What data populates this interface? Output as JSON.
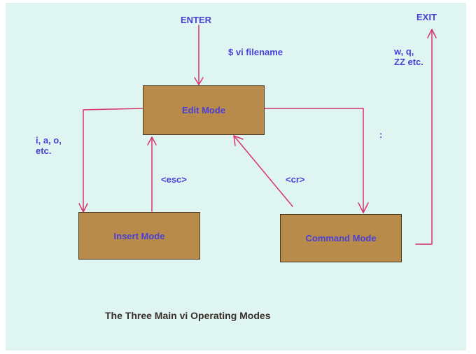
{
  "labels": {
    "enter": "ENTER",
    "exit": "EXIT",
    "vi_command": "$ vi filename",
    "insert_keys_line1": "i, a, o,",
    "insert_keys_line2": "etc.",
    "esc": "<esc>",
    "cr": "<cr>",
    "colon": ":",
    "exit_keys_line1": "w, q,",
    "exit_keys_line2": "ZZ etc."
  },
  "nodes": {
    "edit_mode": "Edit Mode",
    "insert_mode": "Insert Mode",
    "command_mode": "Command Mode"
  },
  "caption": "The Three Main vi Operating Modes",
  "colors": {
    "background": "#dff5f1",
    "box_fill": "#b88b4a",
    "arrow": "#d6336c",
    "label_text": "#4a3fd6",
    "caption_text": "#3a2e2a"
  }
}
